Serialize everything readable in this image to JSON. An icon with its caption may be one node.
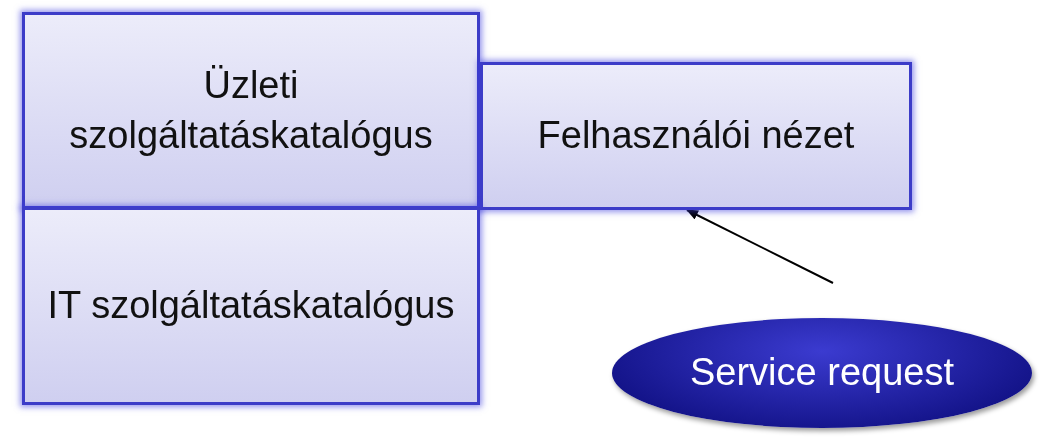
{
  "diagram": {
    "nodes": [
      {
        "text": [
          "Üzleti szolgáltatáskatalógus"
        ]
      },
      {
        "text": [
          "Felhasználói nézet"
        ]
      },
      {
        "text": [
          "IT szolgáltatáskatalógus"
        ]
      },
      {
        "text": [
          "Service request"
        ]
      }
    ],
    "edges": [
      {
        "from": 3,
        "to": 1,
        "arrow": "to"
      }
    ]
  }
}
